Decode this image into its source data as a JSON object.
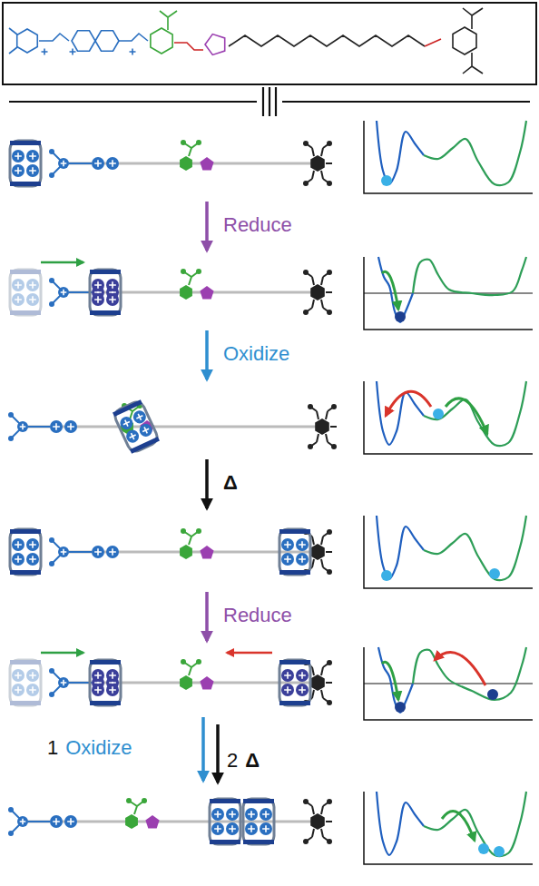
{
  "diagram": {
    "labels": [
      "Reduce",
      "Oxidize",
      "Δ",
      "Reduce",
      "1",
      "Oxidize",
      "2",
      "Δ"
    ]
  }
}
